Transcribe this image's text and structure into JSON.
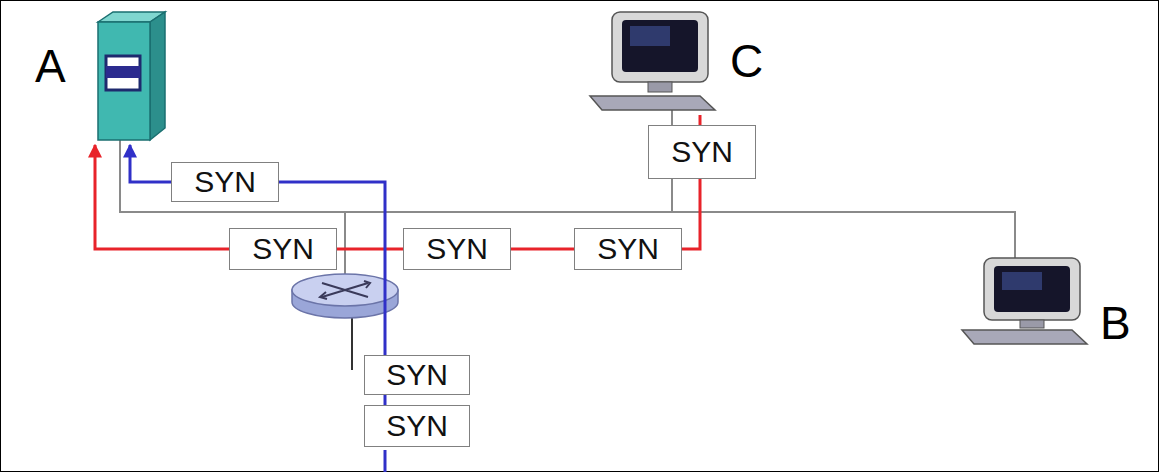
{
  "diagram": {
    "nodes": [
      {
        "text": [
          "A"
        ]
      },
      {
        "text": [
          "C"
        ]
      },
      {
        "text": [
          "SYN"
        ]
      },
      {
        "text": [
          "SYN"
        ]
      },
      {
        "text": [
          "SYN"
        ]
      },
      {
        "text": [
          "SYN"
        ]
      },
      {
        "text": [
          "SYN"
        ]
      },
      {
        "text": [
          "B"
        ]
      },
      {
        "text": [
          "SYN"
        ]
      },
      {
        "text": [
          "SYN"
        ]
      }
    ],
    "edges": [
      {
        "from": 1,
        "to": 3,
        "arrow": "none"
      },
      {
        "from": 3,
        "to": 6,
        "arrow": "none"
      },
      {
        "from": 6,
        "to": 5,
        "arrow": "none"
      },
      {
        "from": 5,
        "to": 4,
        "arrow": "none"
      },
      {
        "from": 4,
        "to": 0,
        "arrow": "to"
      },
      {
        "from": 9,
        "to": 8,
        "arrow": "none"
      },
      {
        "from": 8,
        "to": 2,
        "arrow": "none"
      },
      {
        "from": 2,
        "to": 0,
        "arrow": "to"
      }
    ]
  }
}
